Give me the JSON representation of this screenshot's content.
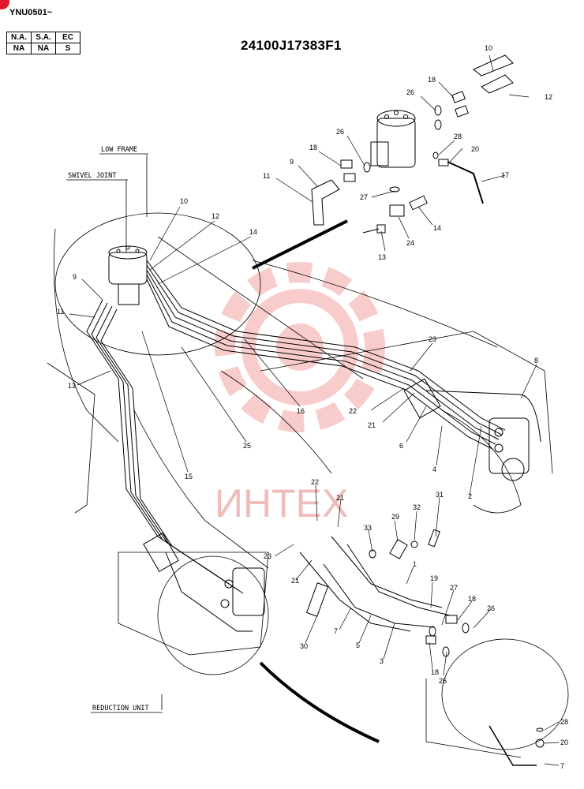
{
  "header": {
    "model": "YNU0501~",
    "codes": {
      "row1": [
        "N.A.",
        "S.A.",
        "EC"
      ],
      "row2": [
        "NA",
        "NA",
        "S"
      ]
    },
    "part_number": "24100J17383F1"
  },
  "captions": {
    "low_frame": "LOW FRAME",
    "swivel_joint": "SWIVEL JOINT",
    "reduction_unit": "REDUCTION UNIT"
  },
  "watermark": {
    "text": "ИНТЕХ",
    "color": "#f3a0a0"
  },
  "callouts": {
    "c1": "1",
    "c2": "2",
    "c3": "3",
    "c4": "4",
    "c5": "5",
    "c6": "6",
    "c7": "7",
    "c8": "8",
    "c9": "9",
    "c10": "10",
    "c11": "11",
    "c12": "12",
    "c13": "13",
    "c14": "14",
    "c15": "15",
    "c16": "16",
    "c17": "17",
    "c18": "18",
    "c19": "19",
    "c20": "20",
    "c21": "21",
    "c22": "22",
    "c23": "23",
    "c24": "24",
    "c25": "25",
    "c26": "26",
    "c27": "27",
    "c28": "28",
    "c29": "29",
    "c30": "30",
    "c31": "31",
    "c32": "32",
    "c33": "33"
  }
}
